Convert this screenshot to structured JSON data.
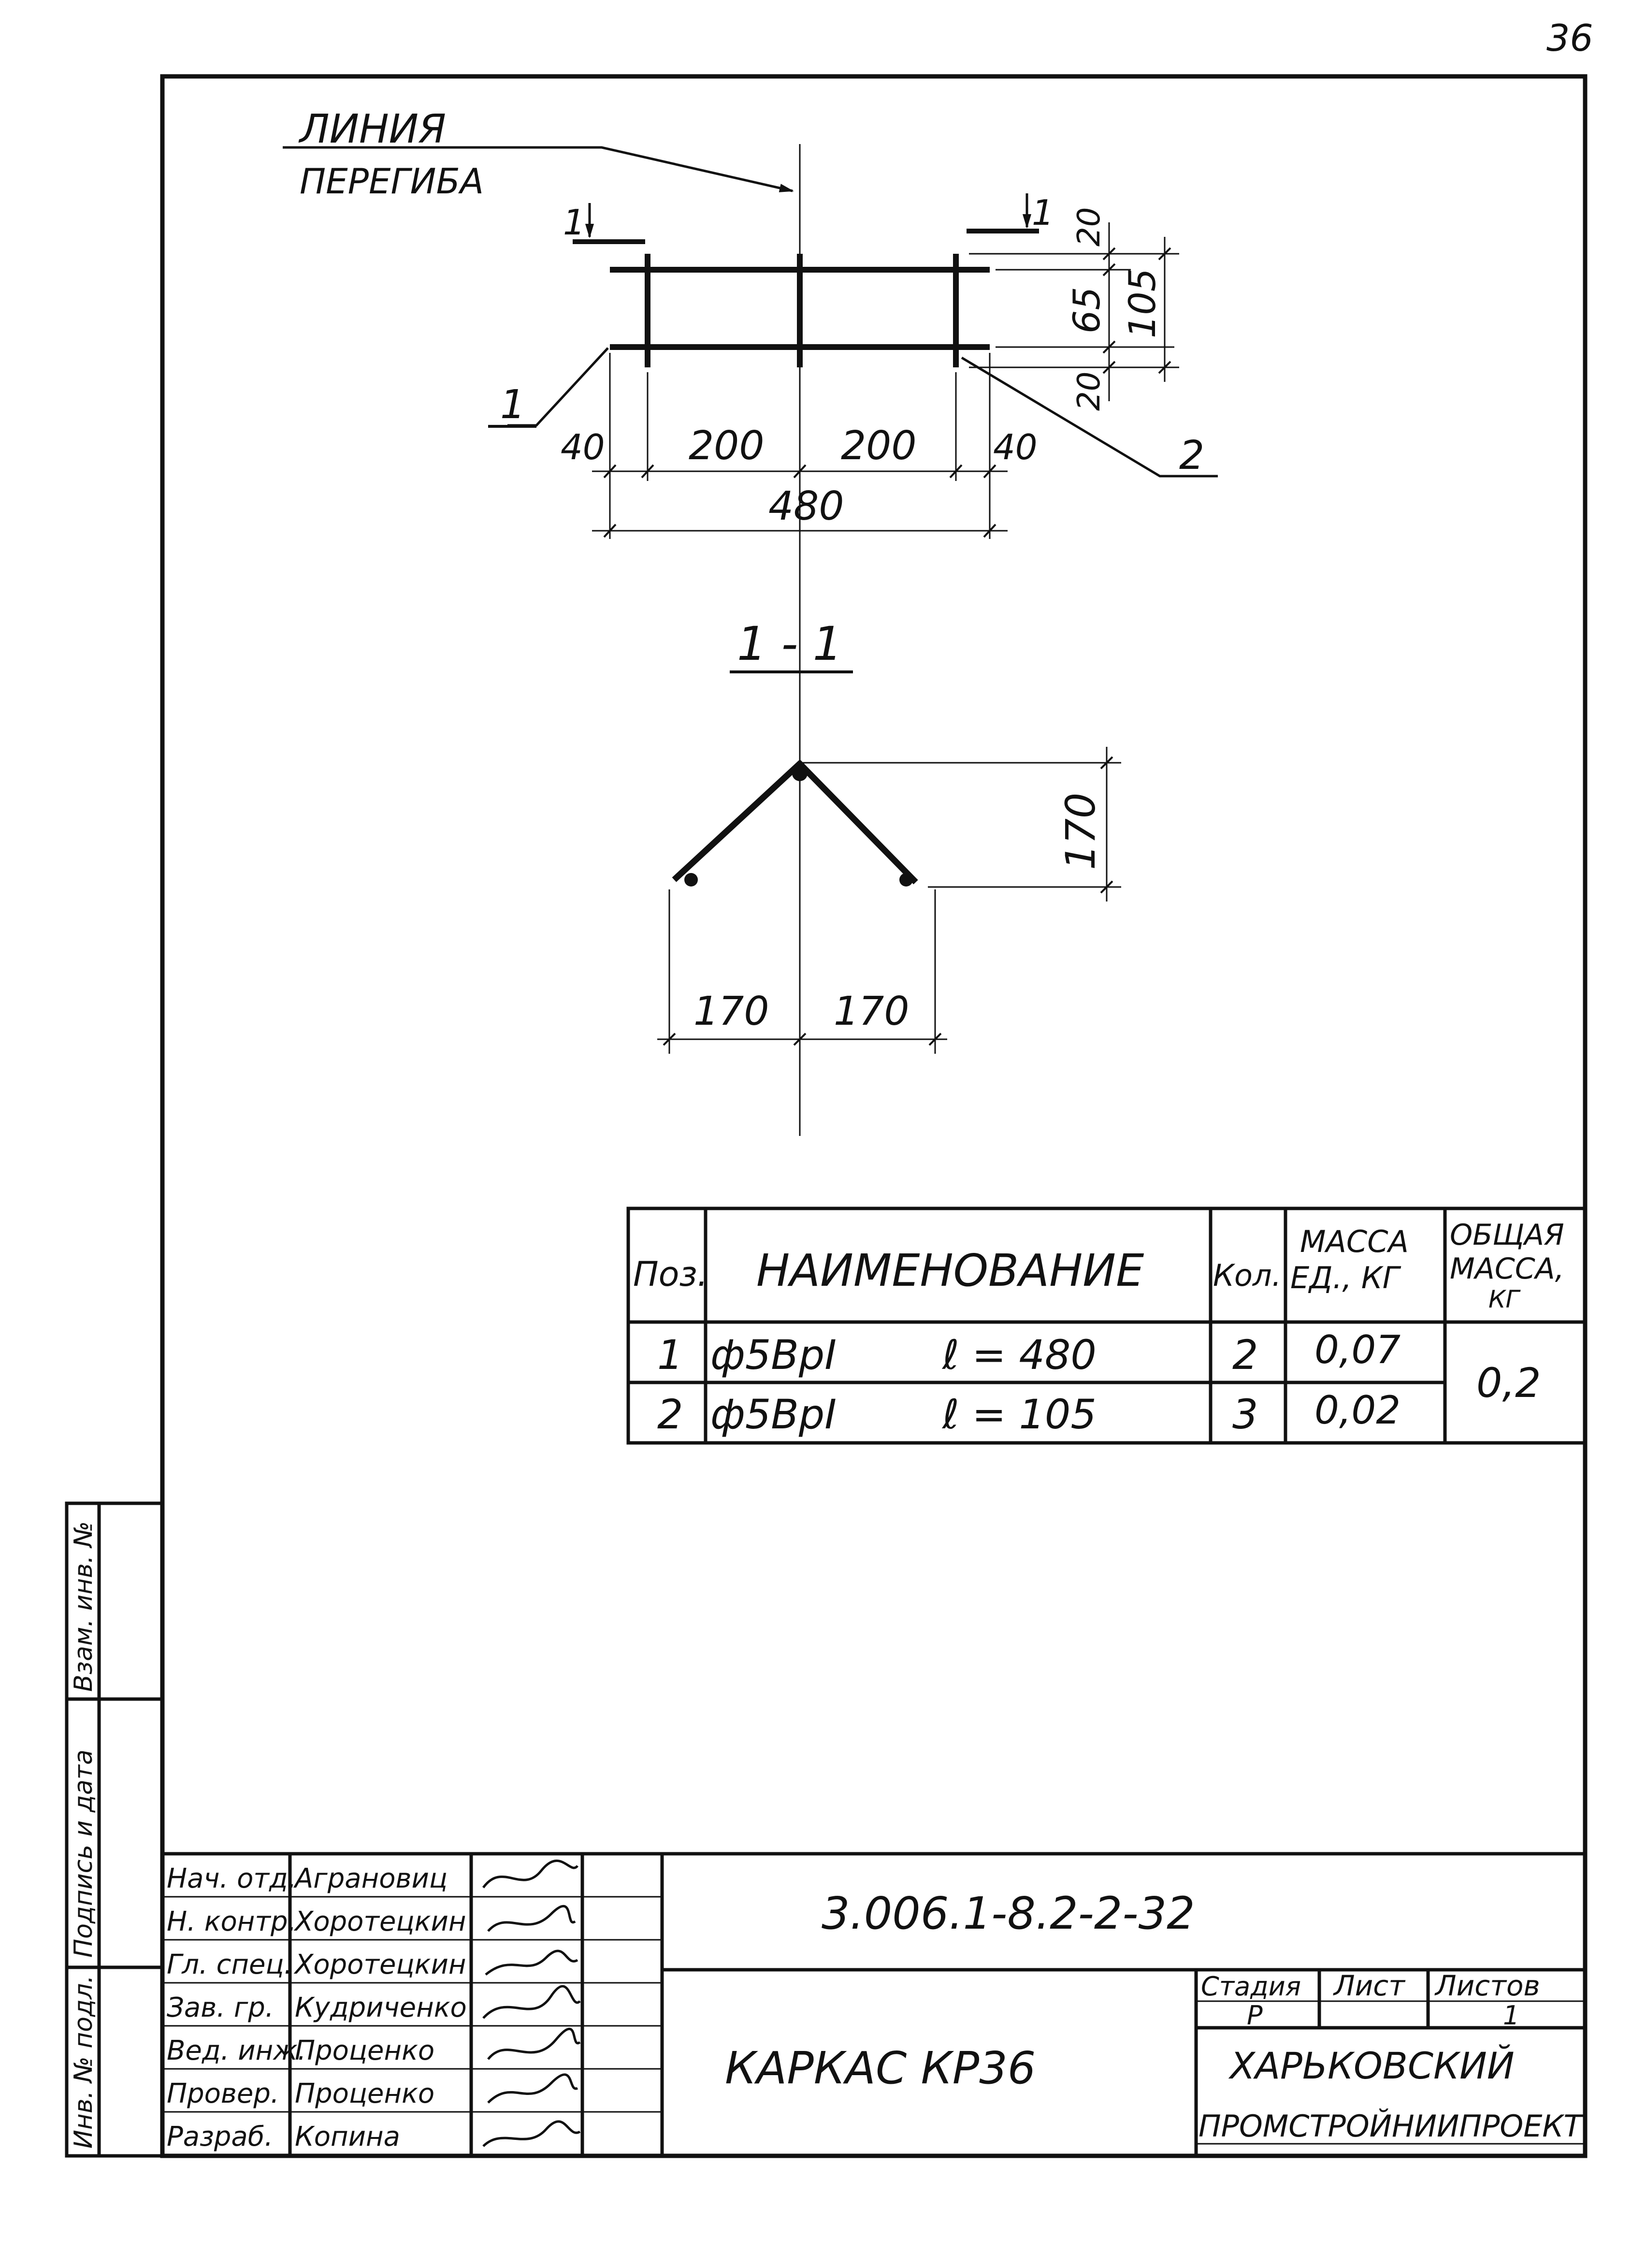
{
  "page_number": "36",
  "plan": {
    "leader_label_line1": "ЛИНИЯ",
    "leader_label_line2": "ПЕРЕГИБА",
    "section_mark_left": "1",
    "section_mark_right": "1",
    "pos_1": "1",
    "pos_2": "2",
    "dims_horizontal": [
      "40",
      "200",
      "200",
      "40"
    ],
    "dim_total": "480",
    "dims_vertical": [
      "20",
      "65",
      "20"
    ],
    "dim_vertical_total": "105"
  },
  "section": {
    "title": "1 - 1",
    "dim_height": "170",
    "dim_left": "170",
    "dim_right": "170"
  },
  "spec_table": {
    "headers": {
      "pos": "Поз.",
      "name": "НАИМЕНОВАНИЕ",
      "qty": "Кол.",
      "unit_mass_1": "МАССА",
      "unit_mass_2": "ЕД., КГ",
      "total_mass_1": "ОБЩАЯ",
      "total_mass_2": "МАССА,",
      "total_mass_3": "КГ"
    },
    "rows": [
      {
        "pos": "1",
        "name": "ф5ВрI",
        "length": "ℓ = 480",
        "qty": "2",
        "unit_mass": "0,07"
      },
      {
        "pos": "2",
        "name": "ф5ВрI",
        "length": "ℓ = 105",
        "qty": "3",
        "unit_mass": "0,02"
      }
    ],
    "total_mass": "0,2"
  },
  "side_stamp": {
    "labels": [
      "Взам. инв. №",
      "Подпись и дата",
      "Инв. № подл."
    ]
  },
  "title_block": {
    "roles": [
      "Нач. отд.",
      "Н. контр.",
      "Гл. спец.",
      "Зав. гр.",
      "Вед. инж.",
      "Провер.",
      "Разраб."
    ],
    "names": [
      "Аграновиц",
      "Хоротецкин",
      "Хоротецкин",
      "Кудриченко",
      "Проценко",
      "Проценко",
      "Копина"
    ],
    "document_code": "3.006.1-8.2-2-32",
    "drawing_title": "КАРКАС КР36",
    "stage_label": "Стадия",
    "stage_value": "Р",
    "sheet_label": "Лист",
    "sheet_value": "",
    "sheets_label": "Листов",
    "sheets_value": "1",
    "organization_line1": "ХАРЬКОВСКИЙ",
    "organization_line2": "ПРОМСТРОЙНИИПРОЕКТ"
  }
}
